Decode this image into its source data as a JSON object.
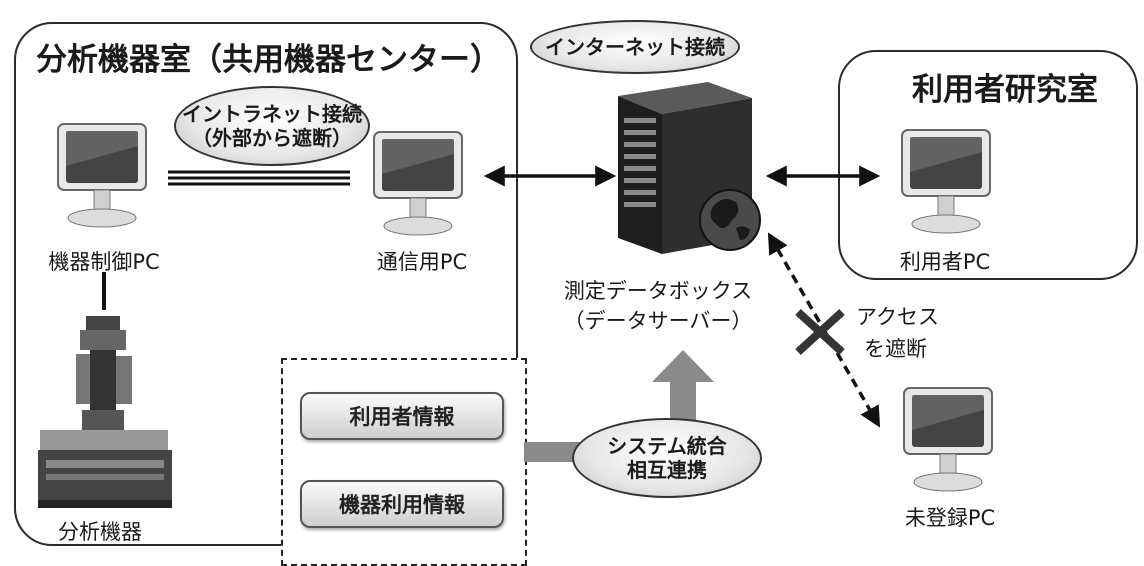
{
  "regions": {
    "instrument_room_title": "分析機器室（共用機器センター）",
    "user_lab_title": "利用者研究室"
  },
  "ellipses": {
    "internet": "インターネット接続",
    "intranet_line1": "イントラネット接続",
    "intranet_line2": "（外部から遮断）",
    "integration_line1": "システム統合",
    "integration_line2": "相互連携"
  },
  "nodes": {
    "control_pc": "機器制御PC",
    "comm_pc": "通信用PC",
    "analytical_instrument": "分析機器",
    "server_line1": "測定データボックス",
    "server_line2": "（データサーバー）",
    "user_pc": "利用者PC",
    "unregistered_pc": "未登録PC"
  },
  "info_boxes": {
    "user_info": "利用者情報",
    "usage_info": "機器利用情報"
  },
  "blocked": {
    "line1": "アクセス",
    "line2": "を遮断"
  }
}
